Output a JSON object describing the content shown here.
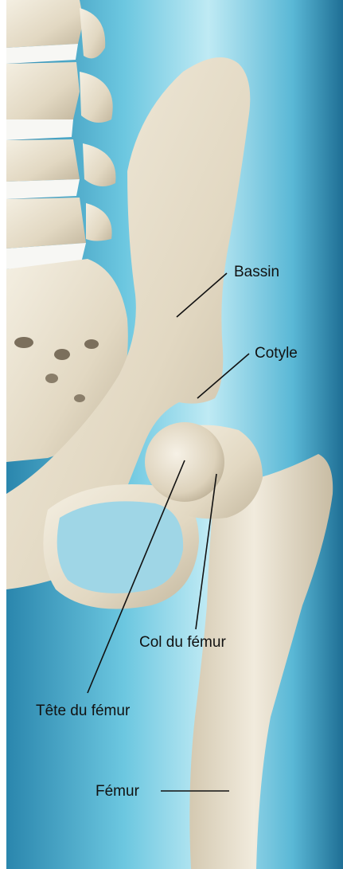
{
  "labels": {
    "bassin": "Bassin",
    "cotyle": "Cotyle",
    "col_du_femur": "Col du fémur",
    "tete_du_femur": "Tête du fémur",
    "femur": "Fémur"
  },
  "colors": {
    "background_light": "#bfeaf4",
    "background_mid": "#4fb3d1",
    "background_dark": "#1f6f95",
    "bone_light": "#efe8d8",
    "bone_shadow": "#b9ad95",
    "cartilage": "#f7f7f4",
    "leader_line": "#111111"
  }
}
